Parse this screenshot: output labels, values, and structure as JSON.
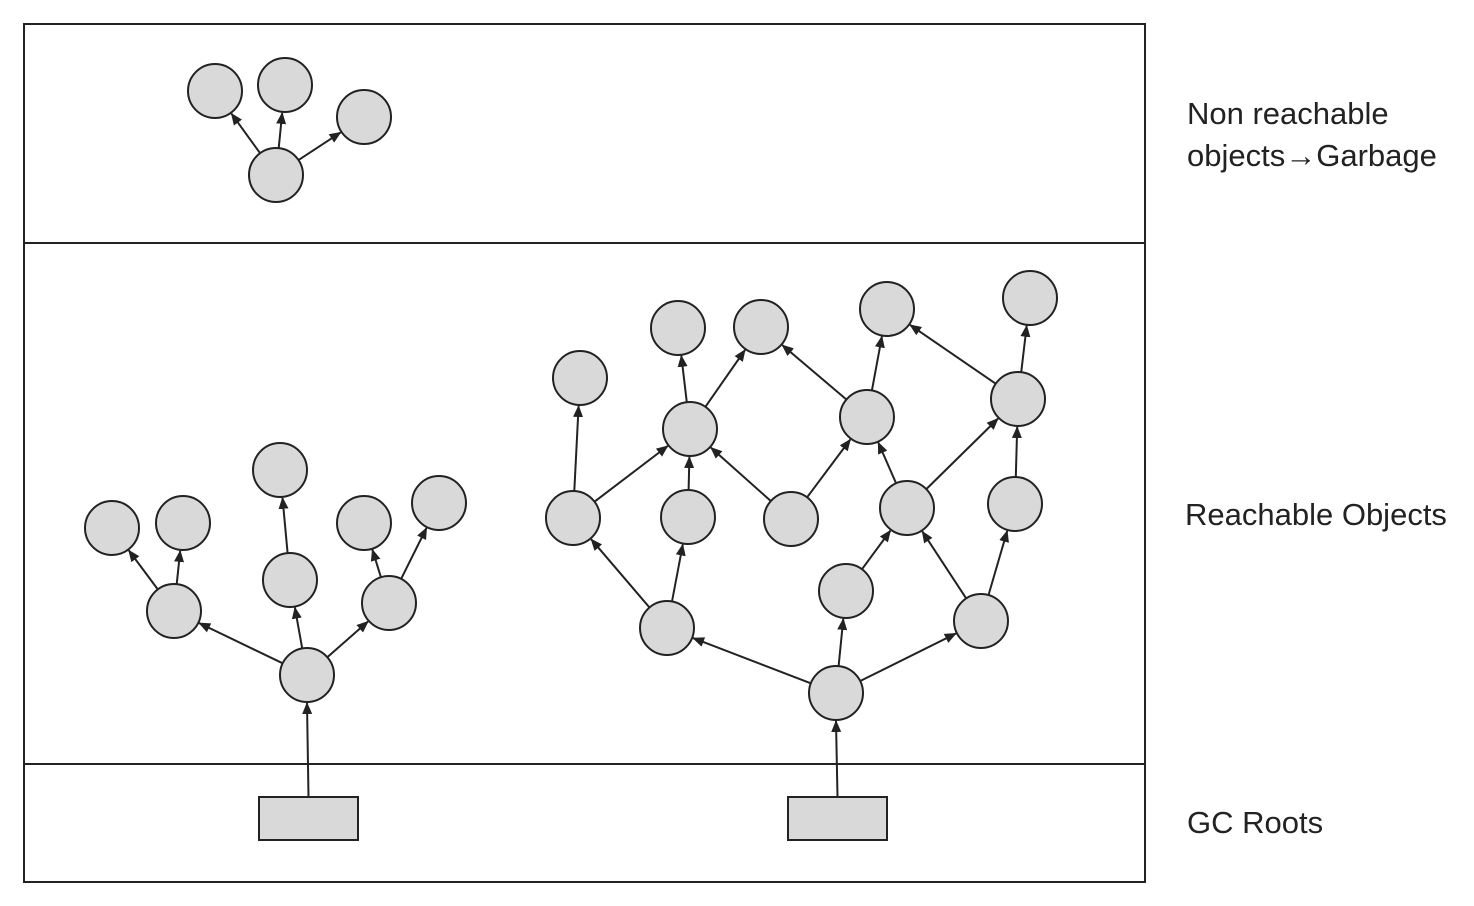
{
  "colors": {
    "node_fill": "#d9d9d9",
    "stroke": "#222222",
    "background": "#ffffff"
  },
  "zones": {
    "garbage": {
      "label_line1": "Non reachable",
      "label_line2_prefix": "objects",
      "label_line2_arrow": "→",
      "label_line2_suffix": "Garbage"
    },
    "reachable": {
      "label": "Reachable Objects"
    },
    "roots": {
      "label": "GC Roots"
    }
  }
}
